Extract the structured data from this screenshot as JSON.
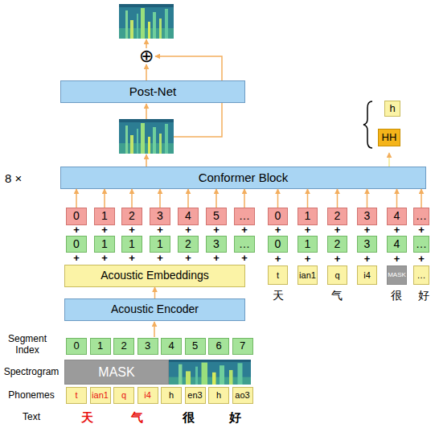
{
  "diagram": {
    "nodes": [
      {
        "text": [
          "⊕"
        ]
      },
      {
        "text": [
          "Post-Net"
        ]
      },
      {
        "text": [
          "h"
        ]
      },
      {
        "text": [
          "HH"
        ]
      },
      {
        "text": [
          "Conformer Block"
        ]
      },
      {
        "text": [
          "0"
        ]
      },
      {
        "text": [
          "1"
        ]
      },
      {
        "text": [
          "2"
        ]
      },
      {
        "text": [
          "3"
        ]
      },
      {
        "text": [
          "4"
        ]
      },
      {
        "text": [
          "5"
        ]
      },
      {
        "text": [
          "…"
        ]
      },
      {
        "text": [
          "0"
        ]
      },
      {
        "text": [
          "1"
        ]
      },
      {
        "text": [
          "2"
        ]
      },
      {
        "text": [
          "3"
        ]
      },
      {
        "text": [
          "4"
        ]
      },
      {
        "text": [
          "…"
        ]
      },
      {
        "text": [
          "0"
        ]
      },
      {
        "text": [
          "1"
        ]
      },
      {
        "text": [
          "1"
        ]
      },
      {
        "text": [
          "1"
        ]
      },
      {
        "text": [
          "2"
        ]
      },
      {
        "text": [
          "3"
        ]
      },
      {
        "text": [
          "…"
        ]
      },
      {
        "text": [
          "0"
        ]
      },
      {
        "text": [
          "1"
        ]
      },
      {
        "text": [
          "2"
        ]
      },
      {
        "text": [
          "3"
        ]
      },
      {
        "text": [
          "4"
        ]
      },
      {
        "text": [
          "…"
        ]
      },
      {
        "text": [
          "Acoustic Embeddings"
        ]
      },
      {
        "text": [
          "t"
        ]
      },
      {
        "text": [
          "ian1"
        ]
      },
      {
        "text": [
          "q"
        ]
      },
      {
        "text": [
          "i4"
        ]
      },
      {
        "text": [
          "MASK"
        ]
      },
      {
        "text": [
          "…"
        ]
      },
      {
        "text": [
          "Acoustic Encoder"
        ]
      },
      {
        "text": [
          "0"
        ]
      },
      {
        "text": [
          "1"
        ]
      },
      {
        "text": [
          "2"
        ]
      },
      {
        "text": [
          "3"
        ]
      },
      {
        "text": [
          "4"
        ]
      },
      {
        "text": [
          "5"
        ]
      },
      {
        "text": [
          "6"
        ]
      },
      {
        "text": [
          "7"
        ]
      },
      {
        "text": [
          "MASK"
        ]
      },
      {
        "text": [
          "t"
        ]
      },
      {
        "text": [
          "ian1"
        ]
      },
      {
        "text": [
          "q"
        ]
      },
      {
        "text": [
          "i4"
        ]
      },
      {
        "text": [
          "h"
        ]
      },
      {
        "text": [
          "en3"
        ]
      },
      {
        "text": [
          "h"
        ]
      },
      {
        "text": [
          "ao3"
        ]
      }
    ],
    "edges": [
      {
        "from": 1,
        "to": 0,
        "arrow": "to"
      },
      {
        "from": 5,
        "to": 4,
        "arrow": "to"
      },
      {
        "from": 6,
        "to": 4,
        "arrow": "to"
      },
      {
        "from": 7,
        "to": 4,
        "arrow": "to"
      },
      {
        "from": 8,
        "to": 4,
        "arrow": "to"
      },
      {
        "from": 9,
        "to": 4,
        "arrow": "to"
      },
      {
        "from": 10,
        "to": 4,
        "arrow": "to"
      },
      {
        "from": 11,
        "to": 4,
        "arrow": "to"
      },
      {
        "from": 12,
        "to": 4,
        "arrow": "to"
      },
      {
        "from": 13,
        "to": 4,
        "arrow": "to"
      },
      {
        "from": 14,
        "to": 4,
        "arrow": "to"
      },
      {
        "from": 15,
        "to": 4,
        "arrow": "to"
      },
      {
        "from": 16,
        "to": 4,
        "arrow": "to"
      },
      {
        "from": 17,
        "to": 4,
        "arrow": "to"
      },
      {
        "from": 38,
        "to": 31,
        "arrow": "to"
      }
    ],
    "labels": [
      "8 ×",
      "+",
      "+",
      "+",
      "+",
      "+",
      "+",
      "+",
      "+",
      "+",
      "+",
      "+",
      "+",
      "+",
      "+",
      "+",
      "+",
      "+",
      "+",
      "+",
      "+",
      "+",
      "+",
      "+",
      "+",
      "+",
      "+",
      "天",
      "气",
      "很",
      "好",
      "Segment Index",
      "Spectrogram",
      "Phonemes",
      "Text",
      "天",
      "气",
      "很",
      "好"
    ]
  }
}
